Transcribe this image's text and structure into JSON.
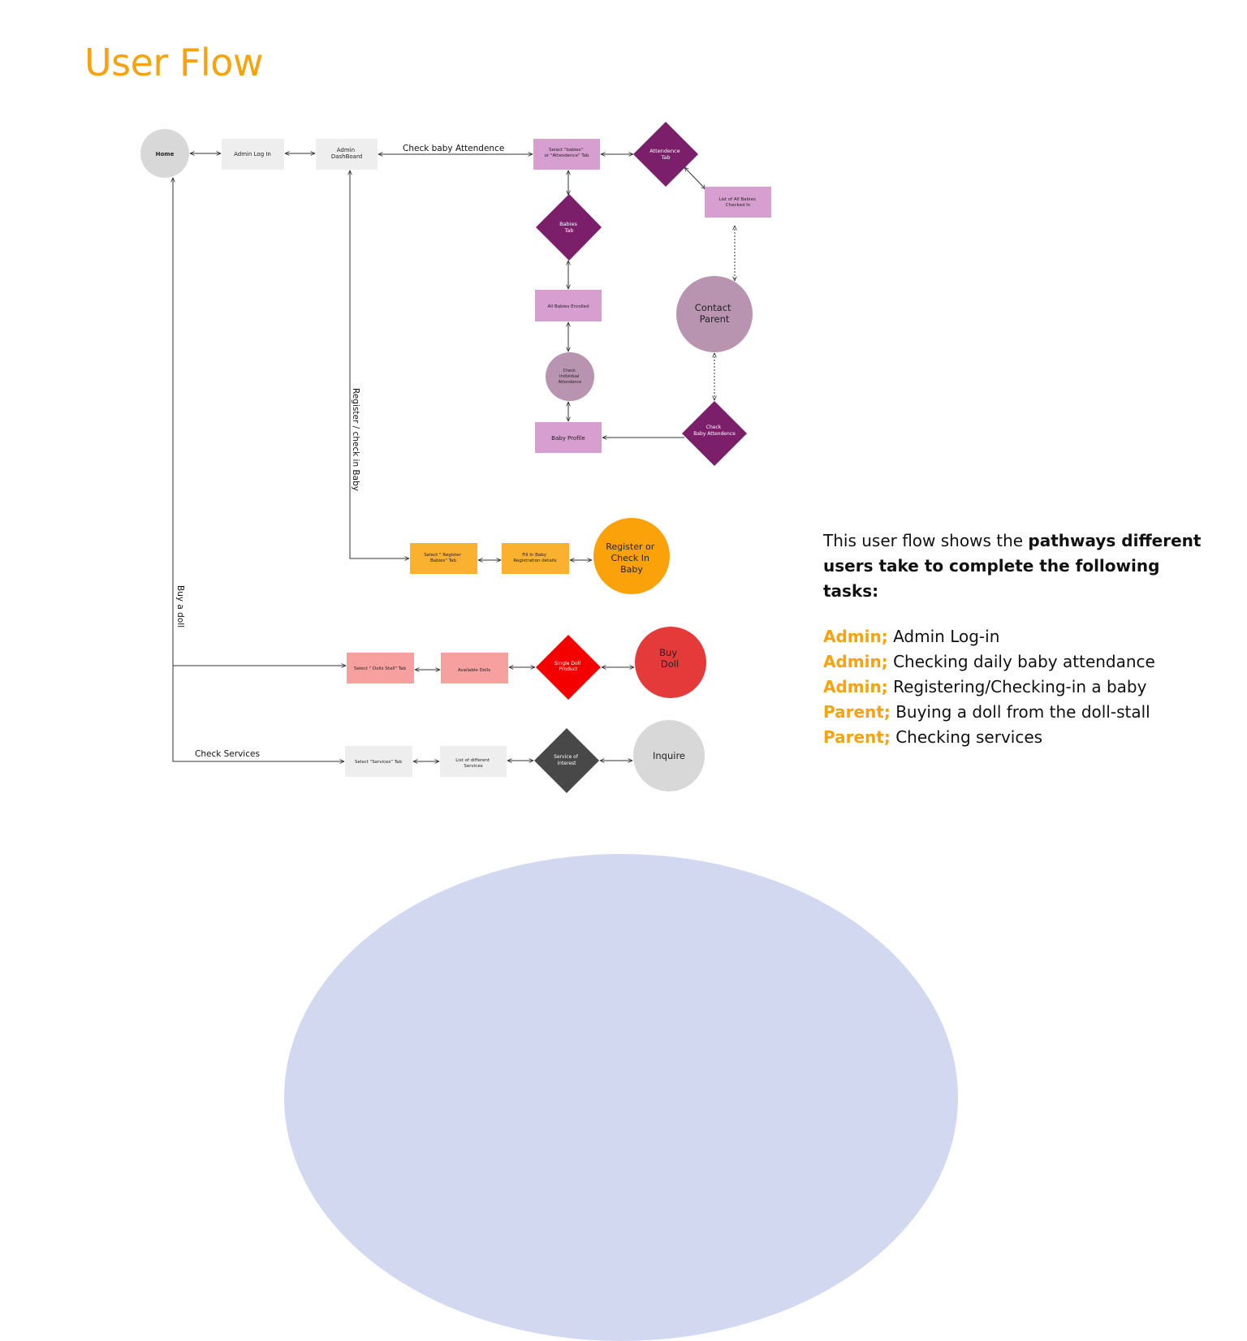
{
  "title": "User Flow",
  "colors": {
    "title": "#f7a20f",
    "grey_light": "#eeeeee",
    "grey_circle": "#d8d8d8",
    "pink": "#d79ed0",
    "purple": "#7b1f6a",
    "mauve": "#b994b0",
    "orange": "#fbb130",
    "orange_circle": "#fba20b",
    "salmon": "#f7a0a0",
    "red": "#f40000",
    "red_circle": "#e53a3a",
    "dark_grey": "#484848",
    "arc": "#d2d8ef"
  },
  "nodes": {
    "home": "Home",
    "admin_login": "Admin Log In",
    "admin_dashboard": [
      "Admin",
      "DashBoard"
    ],
    "select_babies_tab": [
      "Select \"babies\"",
      "or \"Attendence\" Tab"
    ],
    "attendence_tab": [
      "Attendence",
      "Tab"
    ],
    "list_checked_in": [
      "List of All Babies",
      "Checked In"
    ],
    "babies_tab": [
      "Babies",
      "Tab"
    ],
    "all_babies_enrolled": "All Babies Enrolled",
    "contact_parent": [
      "Contact",
      "Parent"
    ],
    "check_individual_attendance": [
      "Check",
      "Individual",
      "Attendance"
    ],
    "baby_profile": "Baby Profile",
    "check_baby_attendence": [
      "Check",
      "Baby Attendence"
    ],
    "select_register_tab": [
      "Select \" Register",
      "Babies\" Tab"
    ],
    "fill_registration": [
      "Fill In Baby",
      "Registration details"
    ],
    "register_checkin": [
      "Register or",
      "Check In",
      "Baby"
    ],
    "select_dolls_tab": "Select \" Dolls Stall\" Tab",
    "available_dolls": "Available Dolls",
    "single_doll": [
      "Single Doll",
      "Product"
    ],
    "buy_doll": [
      "Buy",
      "Doll"
    ],
    "select_services_tab": "Select \"Services\" Tab",
    "list_services": [
      "List of different",
      "Services"
    ],
    "service_interest": [
      "Service of",
      "interest"
    ],
    "inquire": "Inquire"
  },
  "edge_labels": {
    "check_attendence": "Check baby Attendence",
    "register_checkin": "Register / check in Baby",
    "buy_doll": "Buy a doll",
    "check_services": "Check Services"
  },
  "description": {
    "intro_plain": "This user flow shows the ",
    "intro_bold": "pathways different  users take to complete the following tasks:",
    "tasks": [
      {
        "role": "Admin;",
        "text": "Admin Log-in"
      },
      {
        "role": "Admin;",
        "text": "Checking daily baby attendance"
      },
      {
        "role": "Admin;",
        "text": "Registering/Checking-in a baby"
      },
      {
        "role": "Parent;",
        "text": "Buying a doll from the doll-stall"
      },
      {
        "role": "Parent;",
        "text": "Checking services"
      }
    ]
  }
}
